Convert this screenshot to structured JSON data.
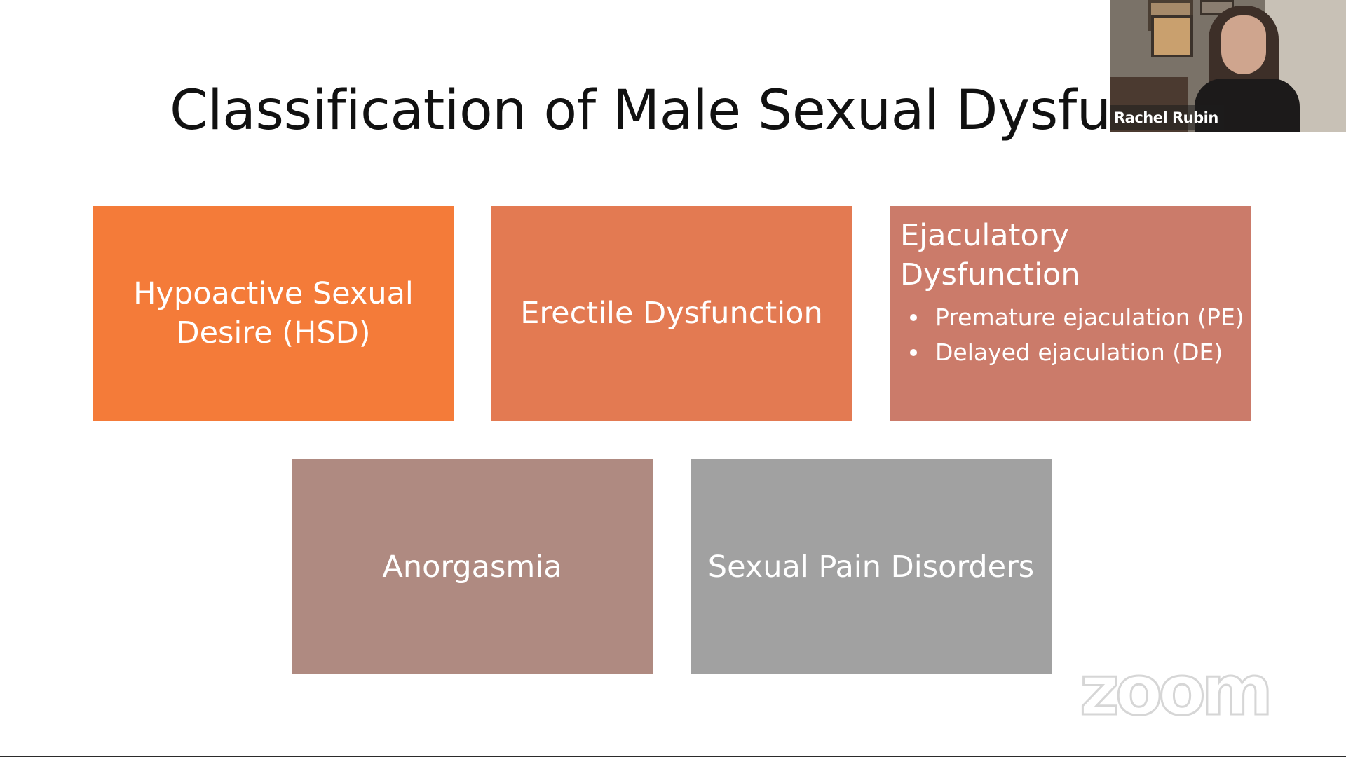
{
  "slide": {
    "title": "Classification of Male Sexual Dysfuncti",
    "boxes": {
      "hsd": {
        "label": "Hypoactive Sexual\nDesire (HSD)",
        "color": "#f47b39"
      },
      "ed": {
        "label": "Erectile Dysfunction",
        "color": "#e37a52"
      },
      "ejaculatory": {
        "heading": "Ejaculatory\nDysfunction",
        "color": "#cb7b6a",
        "bullets": [
          "Premature ejaculation (PE)",
          "Delayed ejaculation (DE)"
        ]
      },
      "anorgasmia": {
        "label": "Anorgasmia",
        "color": "#af8a81"
      },
      "pain": {
        "label": "Sexual Pain Disorders",
        "color": "#a1a1a1"
      }
    }
  },
  "participant": {
    "name": "Rachel Rubin"
  },
  "watermark": {
    "text": "zoom"
  }
}
